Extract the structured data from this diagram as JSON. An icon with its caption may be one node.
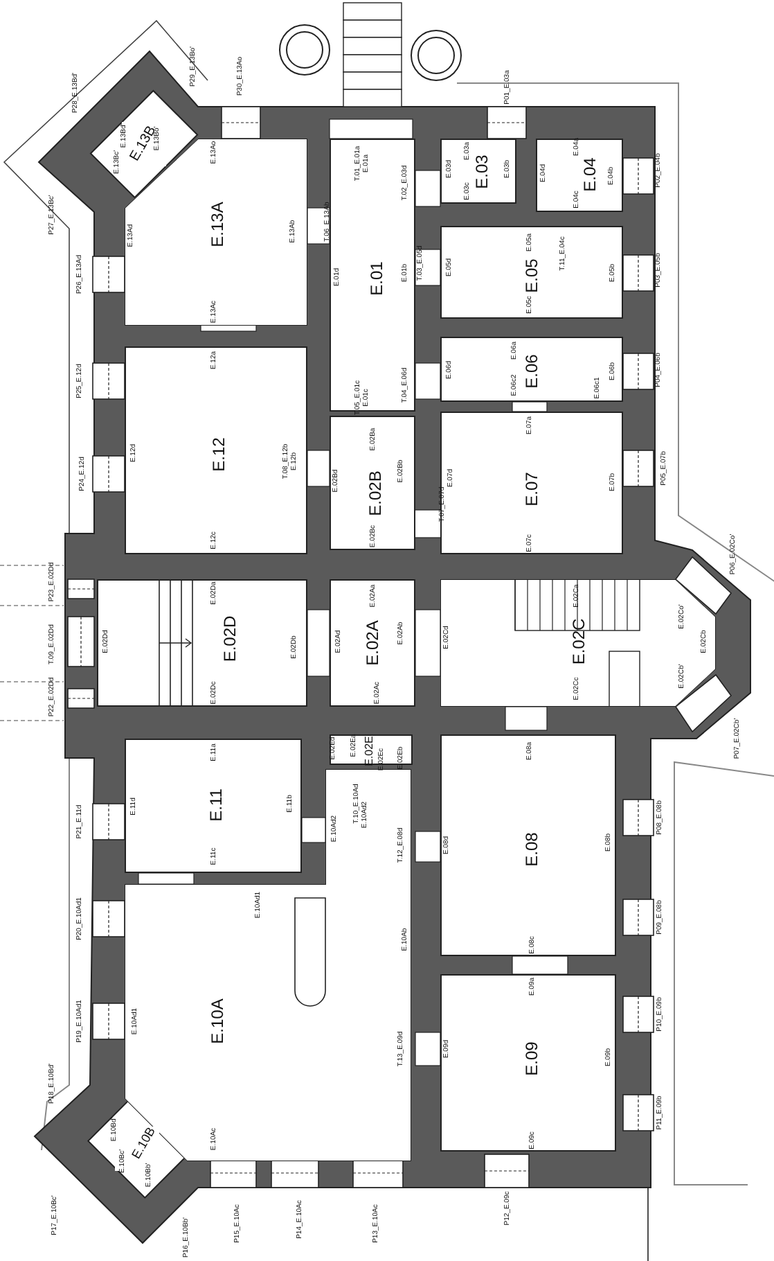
{
  "diagram": {
    "nodes": [
      {
        "text": [
          "E.13A"
        ]
      },
      {
        "text": [
          "E.13B"
        ]
      },
      {
        "text": [
          "E.01"
        ]
      },
      {
        "text": [
          "E.03"
        ]
      },
      {
        "text": [
          "E.04"
        ]
      },
      {
        "text": [
          "E.05"
        ]
      },
      {
        "text": [
          "E.06"
        ]
      },
      {
        "text": [
          "E.07"
        ]
      },
      {
        "text": [
          "E.12"
        ]
      },
      {
        "text": [
          "E.02B"
        ]
      },
      {
        "text": [
          "E.02D"
        ]
      },
      {
        "text": [
          "E.02A"
        ]
      },
      {
        "text": [
          "E.02C"
        ]
      },
      {
        "text": [
          "E.02E"
        ]
      },
      {
        "text": [
          "E.11"
        ]
      },
      {
        "text": [
          "E.10A"
        ]
      },
      {
        "text": [
          "E.10B"
        ]
      },
      {
        "text": [
          "E.08"
        ]
      },
      {
        "text": [
          "E.09"
        ]
      }
    ],
    "labels": [
      "P29_E.13Bo'",
      "P30_E.13Ao",
      "P01_E.03a",
      "P28_E.13Bd'",
      "E.13Bd'",
      "E.13Bo'",
      "E.03a",
      "E.13Ao",
      "E.04a",
      "T.01_E.01a",
      "E.01a",
      "E.13Bc'",
      "E.03d",
      "E.03b",
      "P02_E.04b",
      "E.04d",
      "E.04b",
      "T.02_E.03d",
      "E.03c",
      "E.04c",
      "P27_E.13Bc'",
      "T.06_E.13Ab",
      "E.13Ab",
      "E.13Ad",
      "E.05a",
      "T.11_E.04c",
      "T.03_E.05d",
      "E.05d",
      "P03_E.05b",
      "E.01b",
      "E.05b",
      "P26_E.13Ad",
      "E.01d",
      "E.05c",
      "E.13Ac",
      "E.06a",
      "E.12a",
      "E.06d",
      "P04_E.06b",
      "E.06b",
      "P25_E.12d",
      "T.04_E.06d",
      "E.06c2",
      "E.06c1",
      "T.05_E.01c",
      "E.01c",
      "E.02Ba",
      "E.07a",
      "E.12d",
      "T.08_E.12b",
      "E.12b",
      "P05_E.07b",
      "P24_E.12d",
      "E.02Bd",
      "E.02Bb",
      "E.07d",
      "E.07b",
      "T.07_E.07d",
      "E.02Bc",
      "E.12c",
      "E.07c",
      "P06_E.02Co'",
      "P23_E.02Dd",
      "E.02Da",
      "E.02Aa",
      "E.02Ca",
      "E.02Co'",
      "E.02Ab",
      "E.02Cd",
      "T.09_E.02Dd",
      "E.02Dd",
      "E.02Db",
      "E.02Ad",
      "E.02Cb",
      "E.02Cb'",
      "E.02Cc",
      "E.02Dc",
      "E.02Ac",
      "P22_E.02Dd",
      "P07_E.02Cb'",
      "E.02Ed",
      "E.02Ea",
      "E.02Ec",
      "E.02Eb",
      "E.11a",
      "E.08a",
      "T.10_E.10Ad",
      "E.10Ad2",
      "E.11d",
      "E.11b",
      "P08_E.08b",
      "P21_E.11d",
      "E.10Ad2",
      "E.08b",
      "T.12_E.08d",
      "E.08d",
      "E.11c",
      "E.10Ad1",
      "P09_E.08b",
      "P20_E.10Ad1",
      "E.10Ab",
      "E.08c",
      "E.09a",
      "P10_E.09b",
      "P19_E.10Ad1",
      "E.10Ad1",
      "T.13_E.09d",
      "E.09d",
      "E.09b",
      "P18_E.10Bd'",
      "P11_E.09b",
      "E.10Bd'",
      "E.10Ac",
      "E.09c",
      "E.10Bc'",
      "E.10Bb'",
      "P12_E.09c",
      "P17_E.10Bc'",
      "P15_E.10Ac",
      "P14_E.10Ac",
      "P13_E.10Ac",
      "P16_E.10Bb'"
    ]
  }
}
